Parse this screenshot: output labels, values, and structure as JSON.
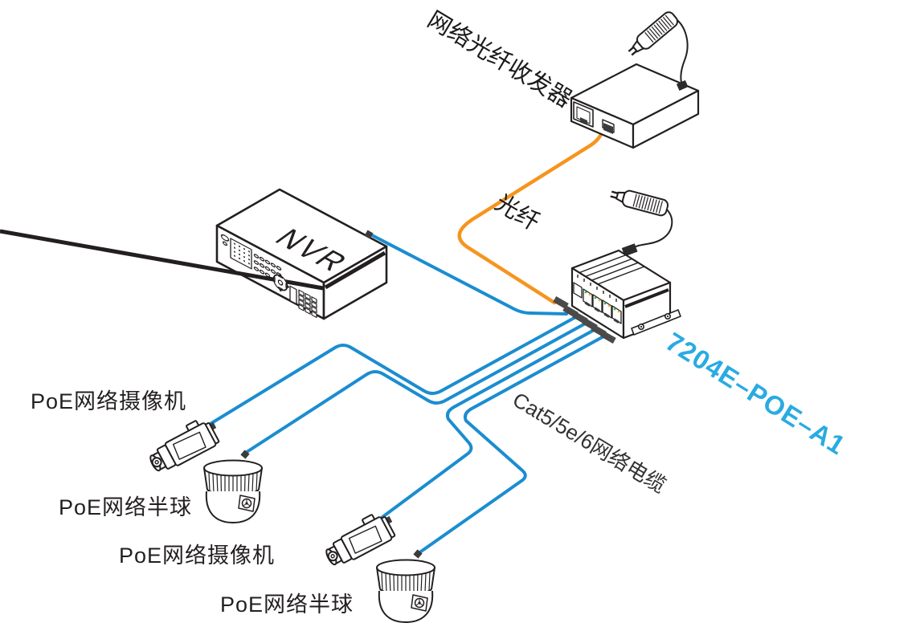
{
  "diagram": {
    "labels": {
      "transceiver": "网络光纤收发器",
      "fiber": "光纤",
      "nvr": "NVR",
      "switch_model": "7204E–POE–A1",
      "cable_type": "Cat5/5e/6网络电缆",
      "camera_bullet_1": "PoE网络摄像机",
      "camera_dome_1": "PoE网络半球",
      "camera_bullet_2": "PoE网络摄像机",
      "camera_dome_2": "PoE网络半球"
    },
    "colors": {
      "fiber_cable": "#F7941E",
      "network_cable": "#1B8DD0",
      "model_text": "#29ABE2",
      "line_art": "#231F20",
      "plug": "#4A4A4A",
      "led_green": "#39B54A",
      "led_yellow": "#FBB03B"
    }
  }
}
